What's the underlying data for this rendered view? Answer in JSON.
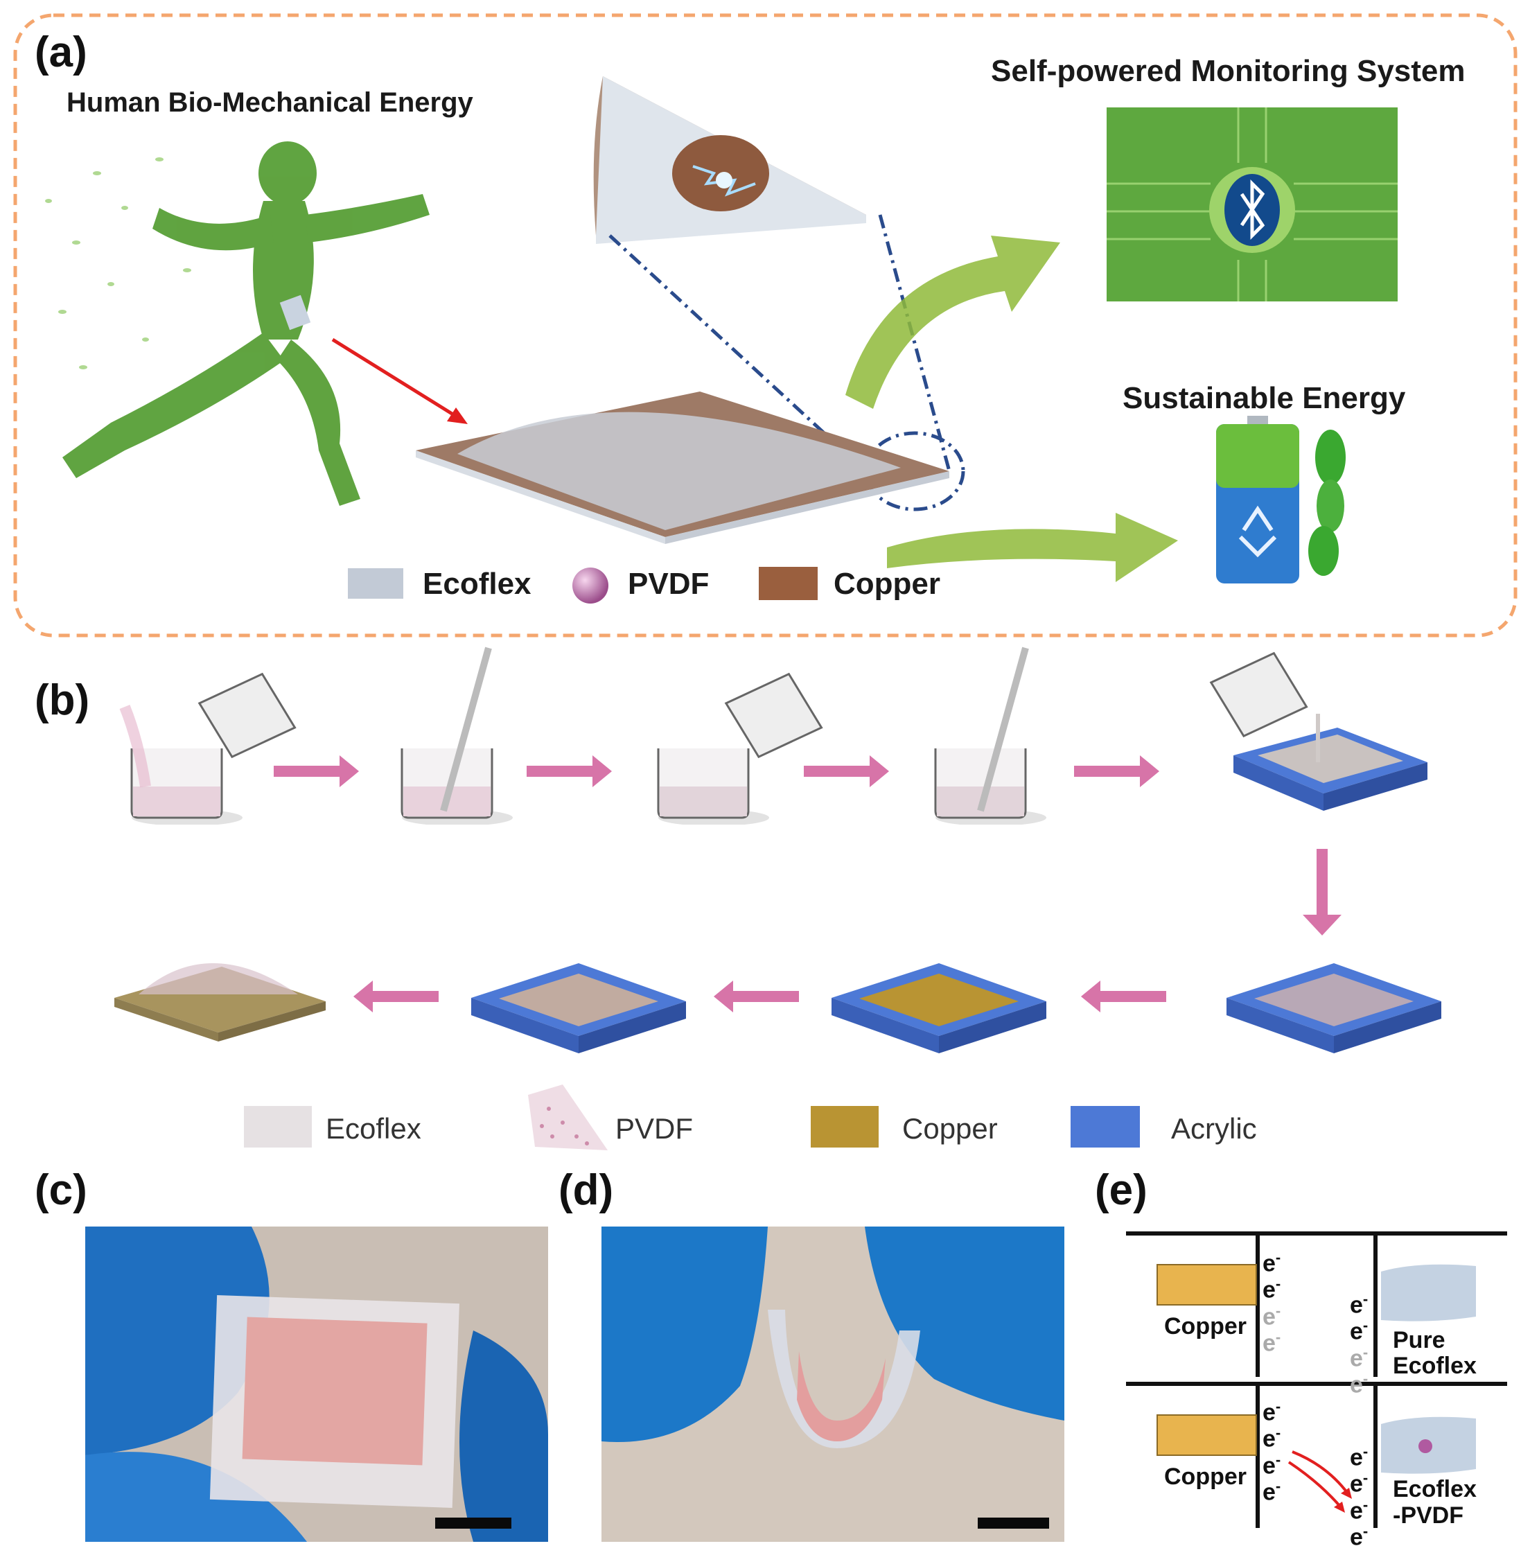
{
  "panels": {
    "a": {
      "label": "(a)",
      "left_title": "Human Bio-Mechanical Energy",
      "right_title": "Self-powered Monitoring System",
      "energy_title": "Sustainable Energy",
      "legend": [
        {
          "label": "Ecoflex",
          "color": "#c2cad6"
        },
        {
          "label": "PVDF",
          "color": "#c078b0"
        },
        {
          "label": "Copper",
          "color": "#9a5f3e"
        }
      ],
      "border_color": "#f4a66e",
      "accent_green": "#8fba3a",
      "bluetooth_icon": "bluetooth-icon",
      "recycle_icon": "recycle-icon"
    },
    "b": {
      "label": "(b)",
      "arrow_color": "#d774a8",
      "legend": [
        {
          "label": "Ecoflex",
          "color": "#e6e1e3"
        },
        {
          "label": "PVDF",
          "color": "#d9a3b8"
        },
        {
          "label": "Copper",
          "color": "#b99433"
        },
        {
          "label": "Acrylic",
          "color": "#4d79d6"
        }
      ]
    },
    "c": {
      "label": "(c)"
    },
    "d": {
      "label": "(d)"
    },
    "e": {
      "label": "(e)",
      "top": {
        "left_label": "Copper",
        "right_label_1": "Pure",
        "right_label_2": "Ecoflex",
        "electron": "e-"
      },
      "bottom": {
        "left_label": "Copper",
        "right_label_1": "Ecoflex",
        "right_label_2": "-PVDF",
        "electron": "e-"
      },
      "copper_color": "#e8b44e",
      "ecoflex_color": "#c4d2e2"
    }
  }
}
